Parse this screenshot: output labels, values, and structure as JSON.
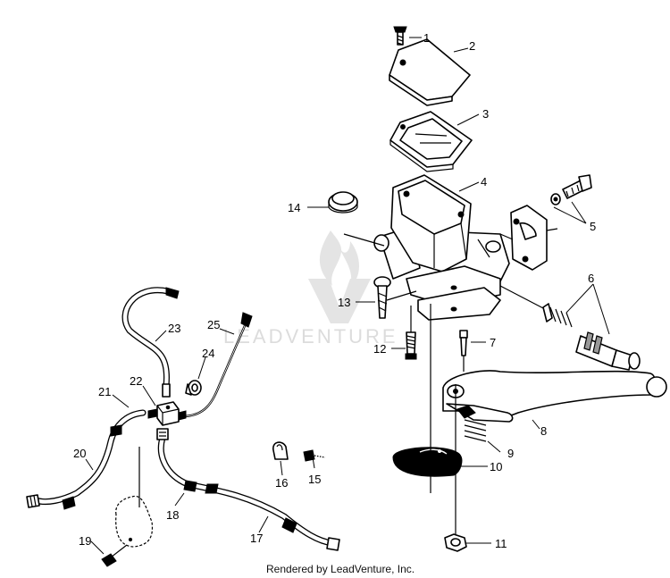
{
  "watermark": {
    "text": "LEADVENTURE"
  },
  "footer": {
    "text": "Rendered by LeadVenture, Inc."
  },
  "callouts": [
    "1",
    "2",
    "3",
    "4",
    "5",
    "6",
    "7",
    "8",
    "9",
    "10",
    "11",
    "12",
    "13",
    "14",
    "15",
    "16",
    "17",
    "18",
    "19",
    "20",
    "21",
    "22",
    "23",
    "24",
    "25"
  ]
}
